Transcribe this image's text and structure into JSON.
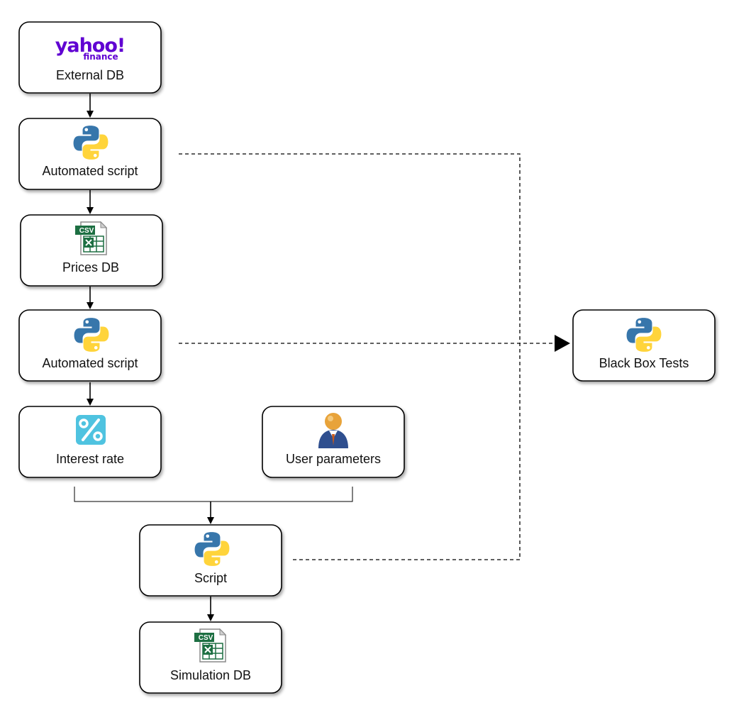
{
  "nodes": {
    "external_db": {
      "label": "External DB",
      "logo_text": "yahoo!",
      "logo_subtext": "finance",
      "icon": "yahoo-finance-logo"
    },
    "automated_script_1": {
      "label": "Automated script",
      "icon": "python-icon"
    },
    "prices_db": {
      "label": "Prices DB",
      "icon": "csv-file-icon",
      "icon_text": "CSV"
    },
    "automated_script_2": {
      "label": "Automated script",
      "icon": "python-icon"
    },
    "interest_rate": {
      "label": "Interest rate",
      "icon": "percent-icon"
    },
    "user_parameters": {
      "label": "User parameters",
      "icon": "user-icon"
    },
    "script": {
      "label": "Script",
      "icon": "python-icon"
    },
    "simulation_db": {
      "label": "Simulation DB",
      "icon": "csv-file-icon",
      "icon_text": "CSV"
    },
    "black_box_tests": {
      "label": "Black Box Tests",
      "icon": "python-icon"
    }
  },
  "colors": {
    "yahoo_purple": "#6001d2",
    "python_blue": "#3776ab",
    "python_yellow": "#ffd43b",
    "csv_green": "#1d6f42",
    "percent_cyan": "#4fc3e0",
    "user_orange": "#e8a33a",
    "user_blue": "#2f4f8f"
  }
}
